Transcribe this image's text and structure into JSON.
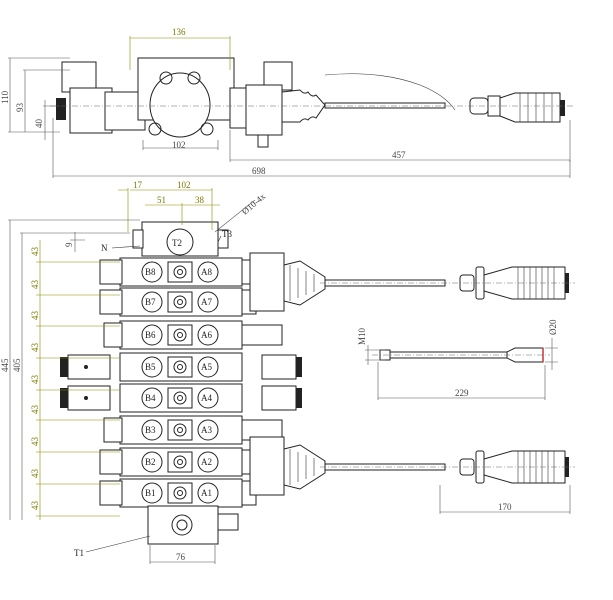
{
  "top_view": {
    "dims": {
      "width_block": "136",
      "height_total": "110",
      "height_coil": "93",
      "height_axis": "40",
      "mount_width": "102",
      "handle_length": "457",
      "overall_length": "698"
    }
  },
  "front_view": {
    "dims": {
      "offset": "17",
      "width_top": "102",
      "half": "51",
      "port_spacing": "38",
      "hole": "Ø10-4x",
      "small": "9",
      "section_pitch": [
        "43",
        "43",
        "43",
        "43",
        "43",
        "43",
        "43",
        "43",
        "43"
      ],
      "total_height": "445",
      "mount_height": "405",
      "bottom_width": "76"
    },
    "ports": {
      "n": "N",
      "t2": "T2",
      "t3": "T3",
      "t1": "T1"
    },
    "sections": [
      {
        "b": "B8",
        "a": "A8",
        "type": "solenoid-lever"
      },
      {
        "b": "B7",
        "a": "A7",
        "type": "solenoid-lever"
      },
      {
        "b": "B6",
        "a": "A6",
        "type": "lever"
      },
      {
        "b": "B5",
        "a": "A5",
        "type": "double-solenoid"
      },
      {
        "b": "B4",
        "a": "A4",
        "type": "double-solenoid"
      },
      {
        "b": "B3",
        "a": "A3",
        "type": "lever"
      },
      {
        "b": "B2",
        "a": "A2",
        "type": "solenoid-lever"
      },
      {
        "b": "B1",
        "a": "A1",
        "type": "solenoid-lever"
      }
    ]
  },
  "lever_rod": {
    "thread": "M10",
    "knob_diameter": "Ø20",
    "length": "229"
  },
  "joystick": {
    "length": "170"
  },
  "colors": {
    "line": "#222222",
    "dimension": "#8a8a00",
    "knob_ring": "#cc3333"
  }
}
